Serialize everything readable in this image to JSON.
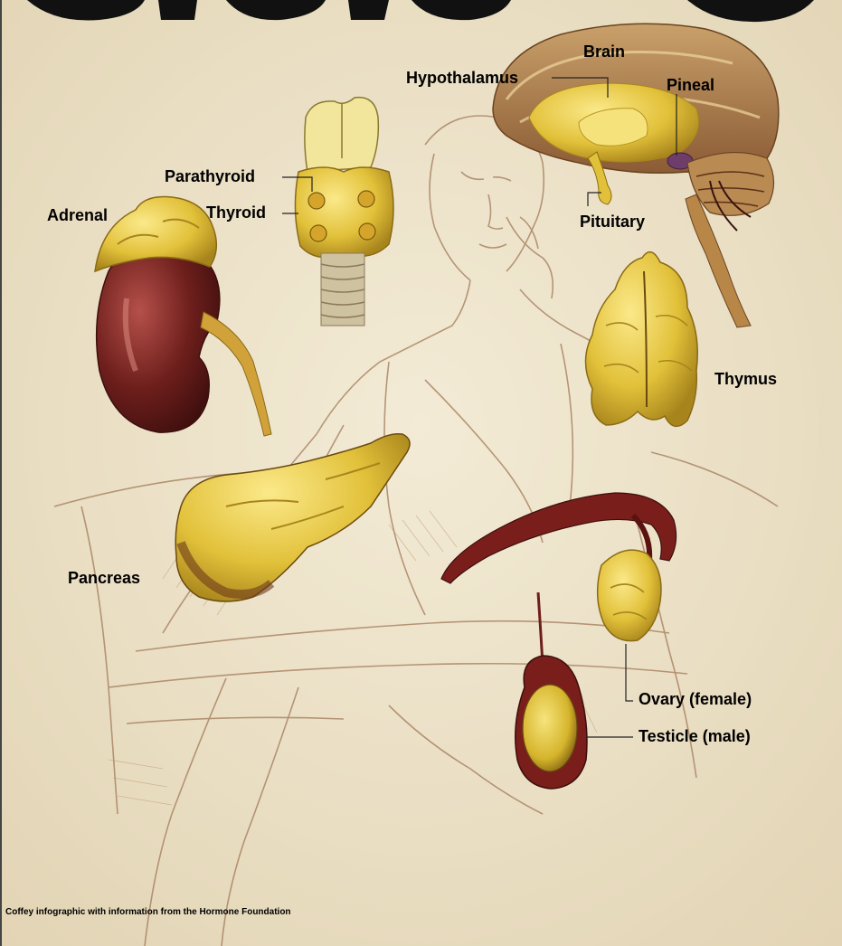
{
  "labels": {
    "brain": "Brain",
    "hypothalamus": "Hypothalamus",
    "pineal": "Pineal",
    "pituitary": "Pituitary",
    "parathyroid": "Parathyroid",
    "thyroid": "Thyroid",
    "adrenal": "Adrenal",
    "thymus": "Thymus",
    "pancreas": "Pancreas",
    "ovary": "Ovary (female)",
    "testicle": "Testicle (male)"
  },
  "credit": "Coffey infographic with information from the Hormone Foundation",
  "colors": {
    "paper": "#ede2c8",
    "gland_yellow": "#e6c43a",
    "organ_maroon": "#6e1f1c",
    "sketch_brown": "#a27a5a"
  }
}
